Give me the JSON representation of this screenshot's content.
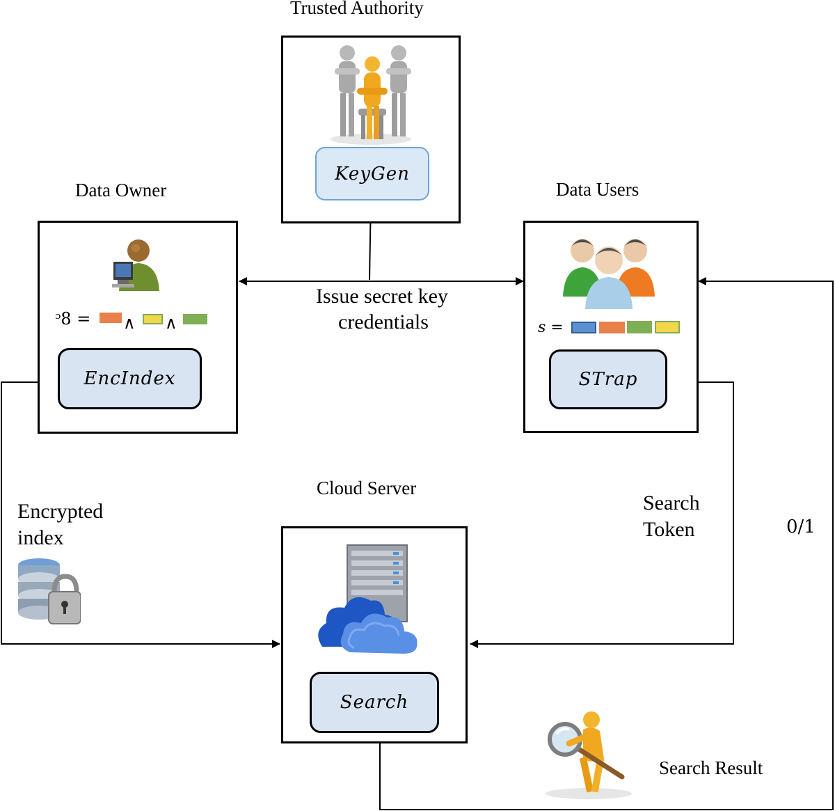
{
  "nodes": {
    "trusted_authority": {
      "title": "Trusted Authority",
      "function": "KeyGen"
    },
    "data_owner": {
      "title": "Data Owner",
      "function": "EncIndex",
      "formula": {
        "lhs": "ᵓ8 =",
        "op": "∧"
      }
    },
    "data_users": {
      "title": "Data Users",
      "function": "STrap",
      "formula": {
        "lhs": "s ="
      }
    },
    "cloud_server": {
      "title": "Cloud Server",
      "function": "Search"
    }
  },
  "edges": {
    "issue_keys": {
      "line1": "Issue secret key",
      "line2": "credentials"
    },
    "encrypted_index": {
      "line1": "Encrypted",
      "line2": "index"
    },
    "search_token": {
      "line1": "Search",
      "line2": "Token"
    },
    "result_value": "0/1",
    "search_result": "Search Result"
  },
  "colors": {
    "orange": "#e8804a",
    "yellow": "#f2d64b",
    "green": "#7fae55",
    "blue": "#5c8fd0",
    "box_fill_light": "#dbe8f6",
    "box_fill_dark": "#d8e4f2"
  },
  "icons": {
    "trusted_authority": "people-meeting-icon",
    "data_owner": "user-computer-icon",
    "data_users": "user-group-icon",
    "cloud_server": "cloud-server-icon",
    "encrypted_index": "locked-database-icon",
    "search_result": "magnifier-figure-icon"
  }
}
